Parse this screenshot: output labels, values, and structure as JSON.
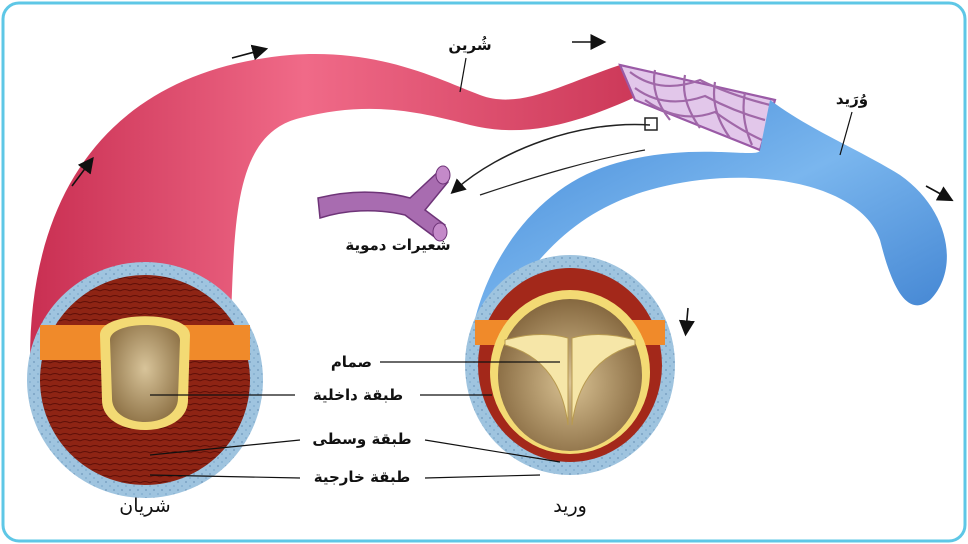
{
  "labels": {
    "arteriole": "شُرين",
    "venule": "وُرَيد",
    "capillaries": "شعيرات دموية",
    "valve": "صمام",
    "inner_layer": "طبقة داخلية",
    "middle_layer": "طبقة وسطى",
    "outer_layer": "طبقة خارجية",
    "artery": "شريان",
    "vein": "وريد"
  },
  "colors": {
    "frame_border": "#5ec7e6",
    "artery": "#e24a6b",
    "vein": "#5a9ee0",
    "capillary": "#a268a8",
    "muscle": "#8a1e12",
    "inner_lining": "#f2d66a",
    "lumen": "#b89b6a"
  }
}
